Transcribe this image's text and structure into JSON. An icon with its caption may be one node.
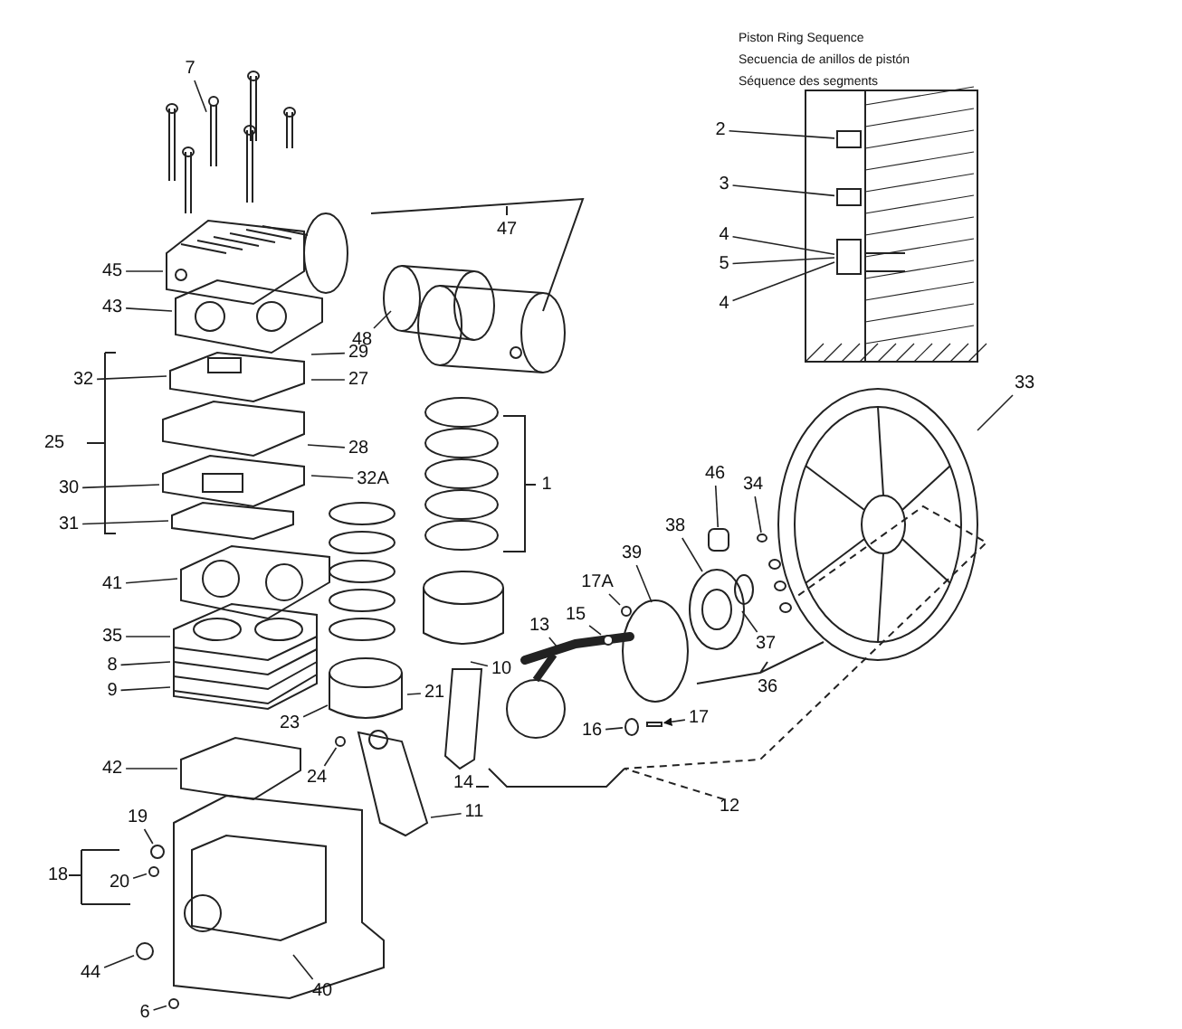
{
  "diagram": {
    "nodes": [
      {
        "text": [
          "7"
        ]
      },
      {
        "text": [
          "45"
        ]
      },
      {
        "text": [
          "43"
        ]
      },
      {
        "text": [
          "48"
        ]
      },
      {
        "text": [
          "29"
        ]
      },
      {
        "text": [
          "27"
        ]
      },
      {
        "text": [
          "32"
        ]
      },
      {
        "text": [
          "28"
        ]
      },
      {
        "text": [
          "32A"
        ]
      },
      {
        "text": [
          "30"
        ]
      },
      {
        "text": [
          "31"
        ]
      },
      {
        "text": [
          "41"
        ]
      },
      {
        "text": [
          "35"
        ]
      },
      {
        "text": [
          "8"
        ]
      },
      {
        "text": [
          "9"
        ]
      },
      {
        "text": [
          "21"
        ]
      },
      {
        "text": [
          "23"
        ]
      },
      {
        "text": [
          "10"
        ]
      },
      {
        "text": [
          "24"
        ]
      },
      {
        "text": [
          "42"
        ]
      },
      {
        "text": [
          "11"
        ]
      },
      {
        "text": [
          "19"
        ]
      },
      {
        "text": [
          "20"
        ]
      },
      {
        "text": [
          "44"
        ]
      },
      {
        "text": [
          "6"
        ]
      },
      {
        "text": [
          "40"
        ]
      },
      {
        "text": [
          "17A"
        ]
      },
      {
        "text": [
          "15"
        ]
      },
      {
        "text": [
          "13"
        ]
      },
      {
        "text": [
          "16"
        ]
      },
      {
        "text": [
          "17"
        ]
      },
      {
        "text": [
          "39"
        ]
      },
      {
        "text": [
          "38"
        ]
      },
      {
        "text": [
          "46"
        ]
      },
      {
        "text": [
          "34"
        ]
      },
      {
        "text": [
          "37"
        ]
      },
      {
        "text": [
          "33"
        ]
      },
      {
        "text": [
          "2"
        ]
      },
      {
        "text": [
          "3"
        ]
      },
      {
        "text": [
          "4"
        ]
      },
      {
        "text": [
          "5"
        ]
      },
      {
        "text": [
          "4"
        ]
      },
      {
        "text": [],
        "shape": "bar"
      },
      {
        "text": [],
        "shape": "circle"
      },
      {
        "text": [],
        "shape": "circle"
      },
      {
        "text": [],
        "shape": "circle"
      },
      {
        "text": [],
        "shape": "circle"
      },
      {
        "text": [],
        "shape": "circle"
      },
      {
        "text": [],
        "shape": "circle"
      },
      {
        "text": [],
        "shape": "circle"
      },
      {
        "text": [],
        "shape": "circle"
      },
      {
        "text": [],
        "shape": "bar"
      },
      {
        "text": [],
        "shape": "box"
      },
      {
        "text": [],
        "shape": "circle"
      },
      {
        "text": [],
        "shape": "box"
      },
      {
        "text": [],
        "shape": "box"
      },
      {
        "text": [],
        "shape": "box"
      }
    ],
    "edges": [
      {
        "from": 0,
        "to": 42,
        "arrow": "none"
      },
      {
        "from": 1,
        "to": null,
        "arrow": "none"
      },
      {
        "from": 2,
        "to": null,
        "arrow": "none"
      },
      {
        "from": 3,
        "to": null,
        "arrow": "none"
      },
      {
        "from": 4,
        "to": null,
        "arrow": "none"
      },
      {
        "from": 5,
        "to": null,
        "arrow": "none"
      },
      {
        "from": 6,
        "to": null,
        "arrow": "none"
      },
      {
        "from": 7,
        "to": null,
        "arrow": "none"
      },
      {
        "from": 8,
        "to": null,
        "arrow": "none"
      },
      {
        "from": 9,
        "to": null,
        "arrow": "none"
      },
      {
        "from": 10,
        "to": null,
        "arrow": "none"
      },
      {
        "from": 11,
        "to": null,
        "arrow": "none"
      },
      {
        "from": 12,
        "to": null,
        "arrow": "none"
      },
      {
        "from": 13,
        "to": null,
        "arrow": "none"
      },
      {
        "from": 14,
        "to": null,
        "arrow": "none"
      },
      {
        "from": 15,
        "to": null,
        "arrow": "none"
      },
      {
        "from": 16,
        "to": null,
        "arrow": "none"
      },
      {
        "from": 17,
        "to": null,
        "arrow": "none"
      },
      {
        "from": 18,
        "to": 43,
        "arrow": "none"
      },
      {
        "from": 19,
        "to": null,
        "arrow": "none"
      },
      {
        "from": 20,
        "to": null,
        "arrow": "none"
      },
      {
        "from": 21,
        "to": 44,
        "arrow": "none"
      },
      {
        "from": 22,
        "to": 45,
        "arrow": "none"
      },
      {
        "from": 23,
        "to": 46,
        "arrow": "none"
      },
      {
        "from": 24,
        "to": 47,
        "arrow": "none"
      },
      {
        "from": 25,
        "to": null,
        "arrow": "none"
      },
      {
        "from": 26,
        "to": 48,
        "arrow": "none"
      },
      {
        "from": 27,
        "to": 49,
        "arrow": "none"
      },
      {
        "from": 28,
        "to": null,
        "arrow": "none"
      },
      {
        "from": 29,
        "to": 50,
        "arrow": "none"
      },
      {
        "from": 30,
        "to": 51,
        "arrow": "to"
      },
      {
        "from": 31,
        "to": null,
        "arrow": "none"
      },
      {
        "from": 32,
        "to": null,
        "arrow": "none"
      },
      {
        "from": 33,
        "to": 52,
        "arrow": "none"
      },
      {
        "from": 34,
        "to": 53,
        "arrow": "none"
      },
      {
        "from": 35,
        "to": null,
        "arrow": "none"
      },
      {
        "from": 36,
        "to": null,
        "arrow": "none"
      },
      {
        "from": 37,
        "to": 54,
        "arrow": "none"
      },
      {
        "from": 38,
        "to": 55,
        "arrow": "none"
      },
      {
        "from": 39,
        "to": 56,
        "arrow": "none"
      },
      {
        "from": 40,
        "to": 56,
        "arrow": "none"
      },
      {
        "from": 41,
        "to": 56,
        "arrow": "none"
      }
    ],
    "labels": [
      "Piston Ring Sequence",
      "Secuencia de anillos de pistón",
      "Séquence des segments",
      "47",
      "25",
      "1",
      "18",
      "14",
      "12",
      "36"
    ]
  }
}
